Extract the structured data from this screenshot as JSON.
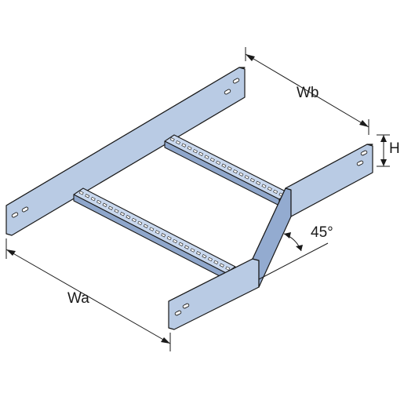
{
  "dimensions": {
    "width_a": "Wa",
    "width_b": "Wb",
    "height": "H",
    "angle": "45°"
  },
  "colors": {
    "metal_face": "#b9cbe4",
    "metal_top": "#dfe9f6",
    "metal_side": "#93abd0",
    "rung_top": "#c9d8ee",
    "rung_front": "#8fa7cc",
    "outline": "#1a1a1a",
    "background": "#ffffff"
  }
}
